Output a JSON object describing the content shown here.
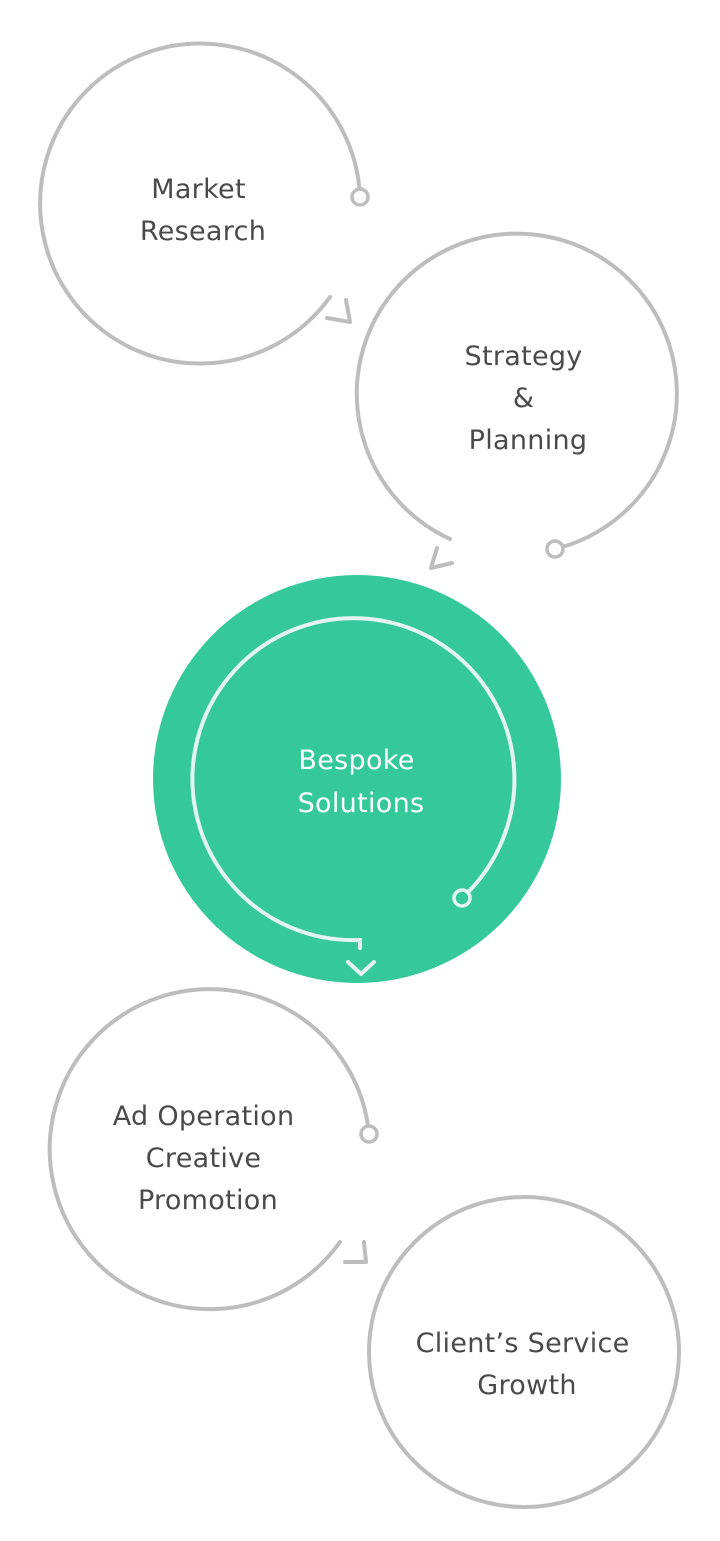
{
  "colors": {
    "ring": "#bdbdbd",
    "text": "#4a4a4a",
    "accent": "#35c99a",
    "accent_line": "#e3f5ee",
    "accent_text": "#ffffff"
  },
  "steps": [
    {
      "id": "market-research",
      "lines": [
        "Market",
        "Research"
      ],
      "highlight": false
    },
    {
      "id": "strategy-planning",
      "lines": [
        "Strategy",
        "&",
        "Planning"
      ],
      "highlight": false
    },
    {
      "id": "bespoke-solutions",
      "lines": [
        "Bespoke",
        "Solutions"
      ],
      "highlight": true
    },
    {
      "id": "ad-operation",
      "lines": [
        "Ad Operation",
        "Creative",
        "Promotion"
      ],
      "highlight": false
    },
    {
      "id": "client-growth",
      "lines": [
        "Client’s Service",
        "Growth"
      ],
      "highlight": false
    }
  ]
}
